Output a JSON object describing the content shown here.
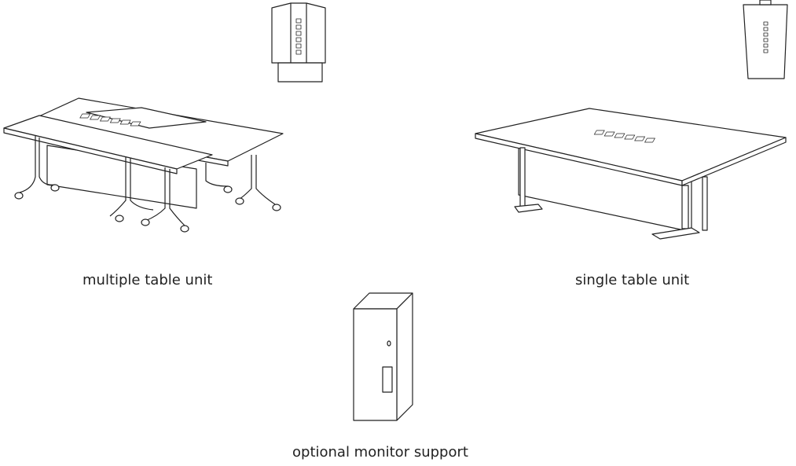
{
  "captions": {
    "multiple": "multiple table unit",
    "single": "single table unit",
    "monitor": "optional monitor support"
  },
  "colors": {
    "line": "#222222",
    "background": "#ffffff"
  }
}
